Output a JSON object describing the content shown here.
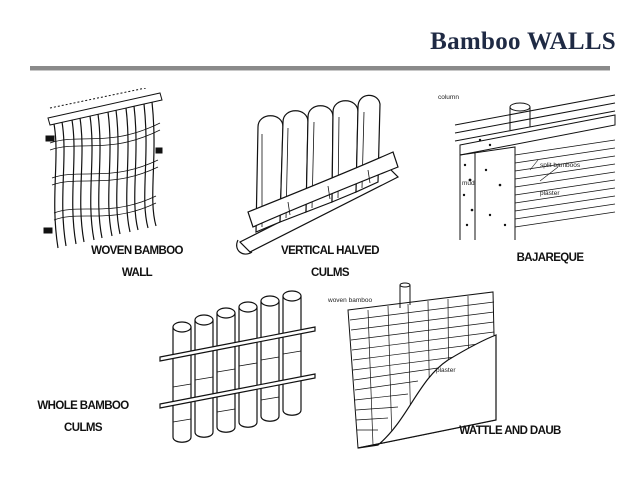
{
  "slide": {
    "title": "Bamboo WALLS"
  },
  "illustrations": [
    {
      "id": "woven",
      "label_line1": "WOVEN BAMBOO",
      "label_line2": "WALL"
    },
    {
      "id": "halved",
      "label_line1": "VERTICAL HALVED",
      "label_line2": "CULMS"
    },
    {
      "id": "bajareque",
      "label_line1": "BAJAREQUE",
      "label_line2": "",
      "callouts": {
        "column": "column",
        "split": "split  bamboos",
        "mud": "mud",
        "plaster": "plaster"
      }
    },
    {
      "id": "whole",
      "label_line1": "WHOLE BAMBOO",
      "label_line2": "CULMS"
    },
    {
      "id": "wattle",
      "label_line1": "WATTLE AND DAUB",
      "label_line2": "",
      "callouts": {
        "woven": "woven bamboo",
        "plaster": "plaster"
      }
    }
  ]
}
